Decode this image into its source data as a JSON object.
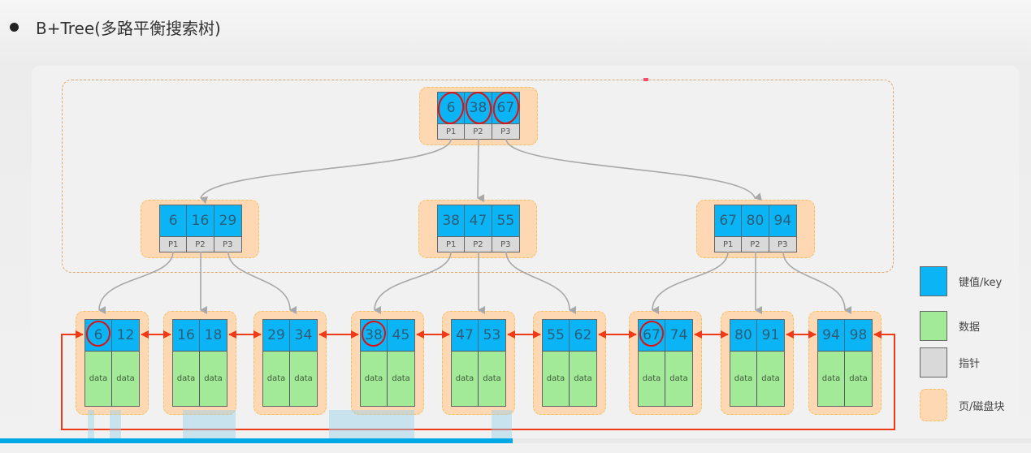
{
  "header": {
    "title": "B+Tree(多路平衡搜索树)"
  },
  "tree": {
    "root": {
      "keys": [
        "6",
        "38",
        "67"
      ],
      "pointers": [
        "P1",
        "P2",
        "P3"
      ],
      "circled_keys": [
        0,
        1,
        2
      ]
    },
    "internal": [
      {
        "keys": [
          "6",
          "16",
          "29"
        ],
        "pointers": [
          "P1",
          "P2",
          "P3"
        ]
      },
      {
        "keys": [
          "38",
          "47",
          "55"
        ],
        "pointers": [
          "P1",
          "P2",
          "P3"
        ]
      },
      {
        "keys": [
          "67",
          "80",
          "94"
        ],
        "pointers": [
          "P1",
          "P2",
          "P3"
        ]
      }
    ],
    "leaves": [
      {
        "keys": [
          "6",
          "12"
        ],
        "data": [
          "data",
          "data"
        ],
        "circled": 0
      },
      {
        "keys": [
          "16",
          "18"
        ],
        "data": [
          "data",
          "data"
        ]
      },
      {
        "keys": [
          "29",
          "34"
        ],
        "data": [
          "data",
          "data"
        ]
      },
      {
        "keys": [
          "38",
          "45"
        ],
        "data": [
          "data",
          "data"
        ],
        "circled": 0
      },
      {
        "keys": [
          "47",
          "53"
        ],
        "data": [
          "data",
          "data"
        ]
      },
      {
        "keys": [
          "55",
          "62"
        ],
        "data": [
          "data",
          "data"
        ]
      },
      {
        "keys": [
          "67",
          "74"
        ],
        "data": [
          "data",
          "data"
        ],
        "circled": 0
      },
      {
        "keys": [
          "80",
          "91"
        ],
        "data": [
          "data",
          "data"
        ]
      },
      {
        "keys": [
          "94",
          "98"
        ],
        "data": [
          "data",
          "data"
        ]
      }
    ]
  },
  "legend": [
    {
      "label": "键值/key",
      "color": "#0bb4f5",
      "kind": "key"
    },
    {
      "label": "数据",
      "color": "#a3ea98",
      "kind": "data"
    },
    {
      "label": "指针",
      "color": "#d9d9d9",
      "kind": "pointer"
    },
    {
      "label": "页/磁盘块",
      "color": "#fdd8b3",
      "kind": "page"
    }
  ],
  "colors": {
    "key": "#0bb4f5",
    "data": "#a3ea98",
    "pointer": "#d9d9d9",
    "page": "#fdd8b3",
    "tree_arrow": "#a8a8a8",
    "leaf_link": "#f03a17",
    "annotation": "#e01010",
    "progress": "#00a9e6"
  },
  "player": {
    "progress": 0.497
  }
}
